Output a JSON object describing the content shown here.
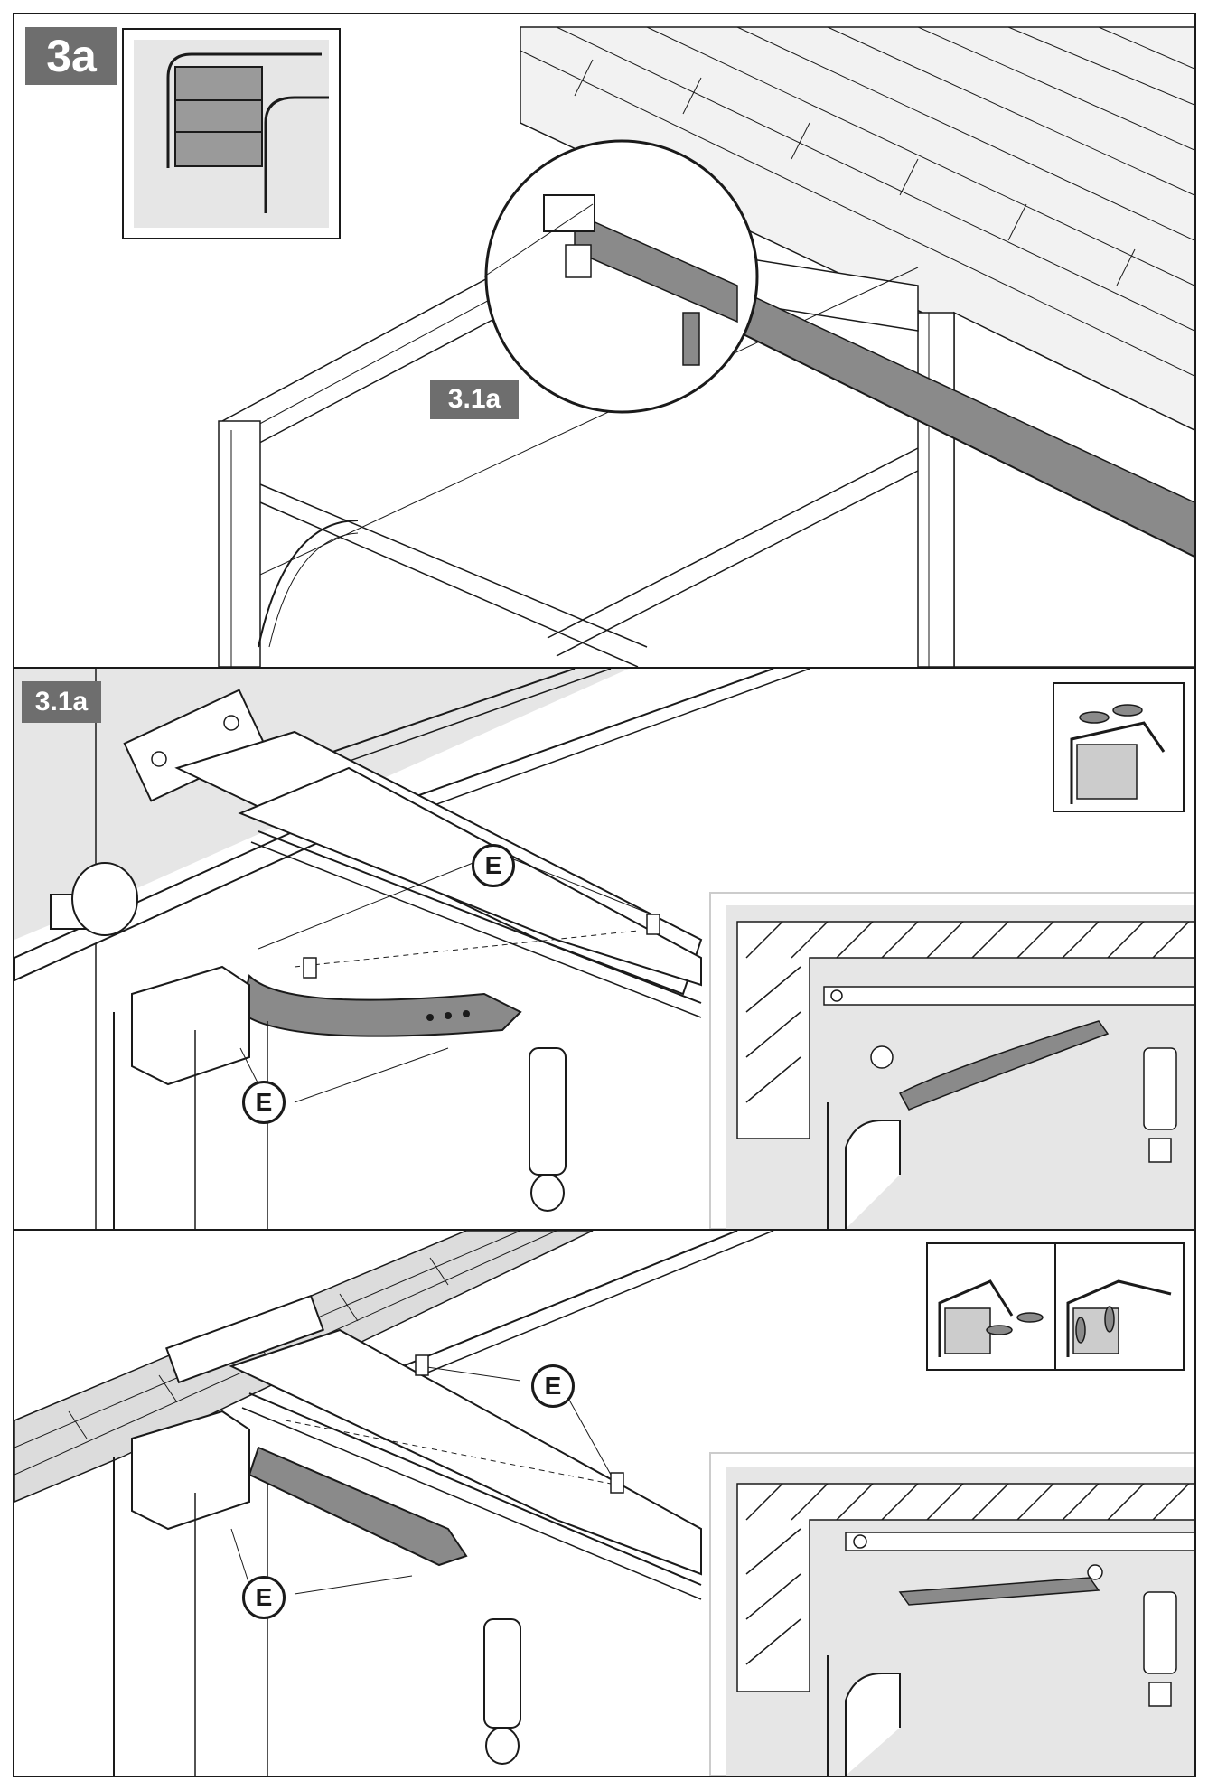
{
  "labels": {
    "step_main": "3a",
    "step_detail_top": "3.1a",
    "step_detail": "3.1a"
  },
  "callouts": {
    "fastener": "E"
  },
  "colors": {
    "outline": "#1a1a1a",
    "label_fill": "#6e6e6e",
    "arm_fill": "#8a8a8a",
    "background_grey": "#e6e6e6",
    "brick_grey": "#dcdcdc"
  }
}
